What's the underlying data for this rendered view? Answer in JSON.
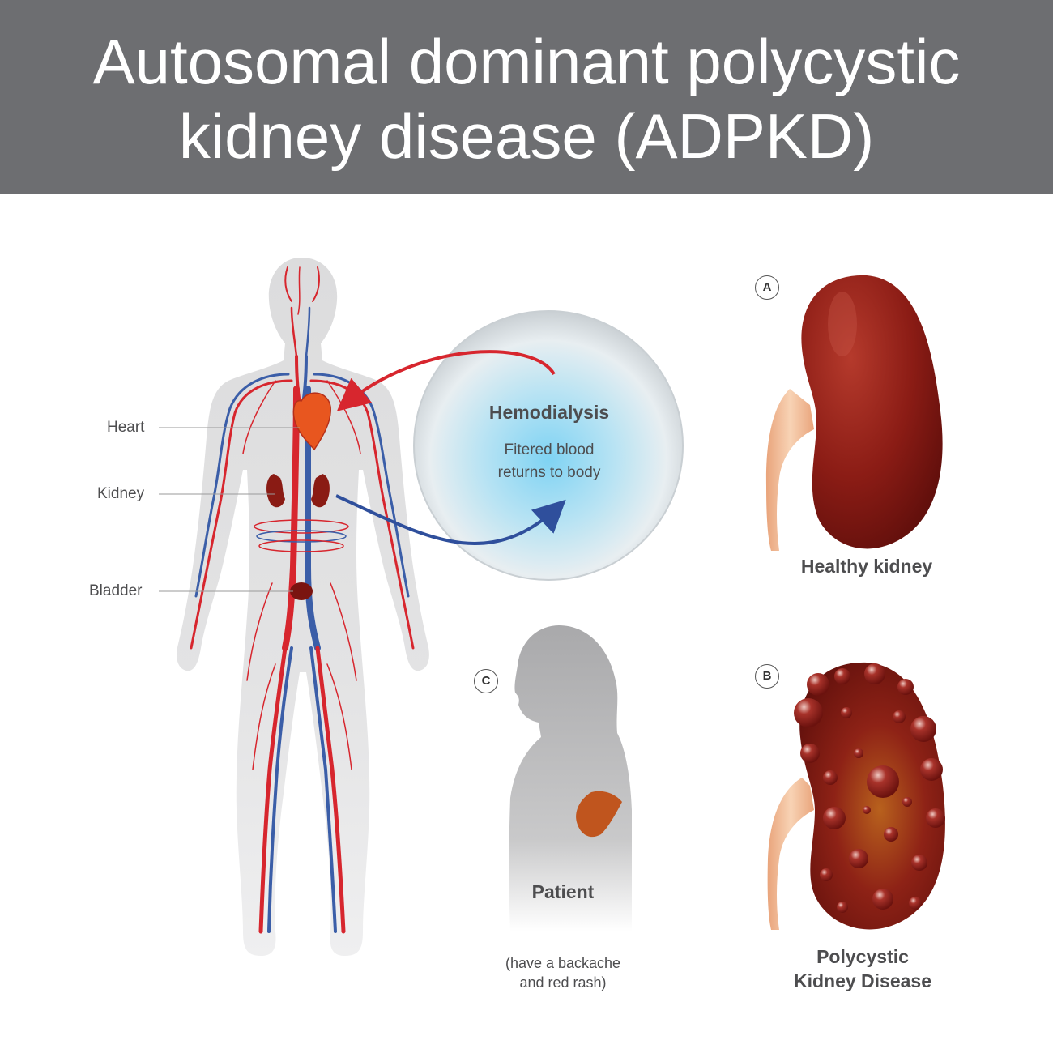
{
  "title": {
    "line1": "Autosomal dominant polycystic",
    "line2": "kidney disease (ADPKD)"
  },
  "body_labels": {
    "heart": "Heart",
    "kidney": "Kidney",
    "bladder": "Bladder"
  },
  "hemodialysis": {
    "title": "Hemodialysis",
    "line1": "Fitered blood",
    "line2": "returns to body"
  },
  "panel_a": {
    "badge": "A",
    "caption": "Healthy kidney"
  },
  "panel_b": {
    "badge": "B",
    "caption_line1": "Polycystic",
    "caption_line2": "Kidney Disease"
  },
  "panel_c": {
    "badge": "C",
    "caption": "Patient",
    "note_line1": "(have a backache",
    "note_line2": "and red rash)"
  },
  "colors": {
    "header": "#6d6e71",
    "artery": "#d7262e",
    "vein": "#3b5ea8",
    "kidney": "#8a1b14",
    "silhouette": "#d9d9da"
  }
}
